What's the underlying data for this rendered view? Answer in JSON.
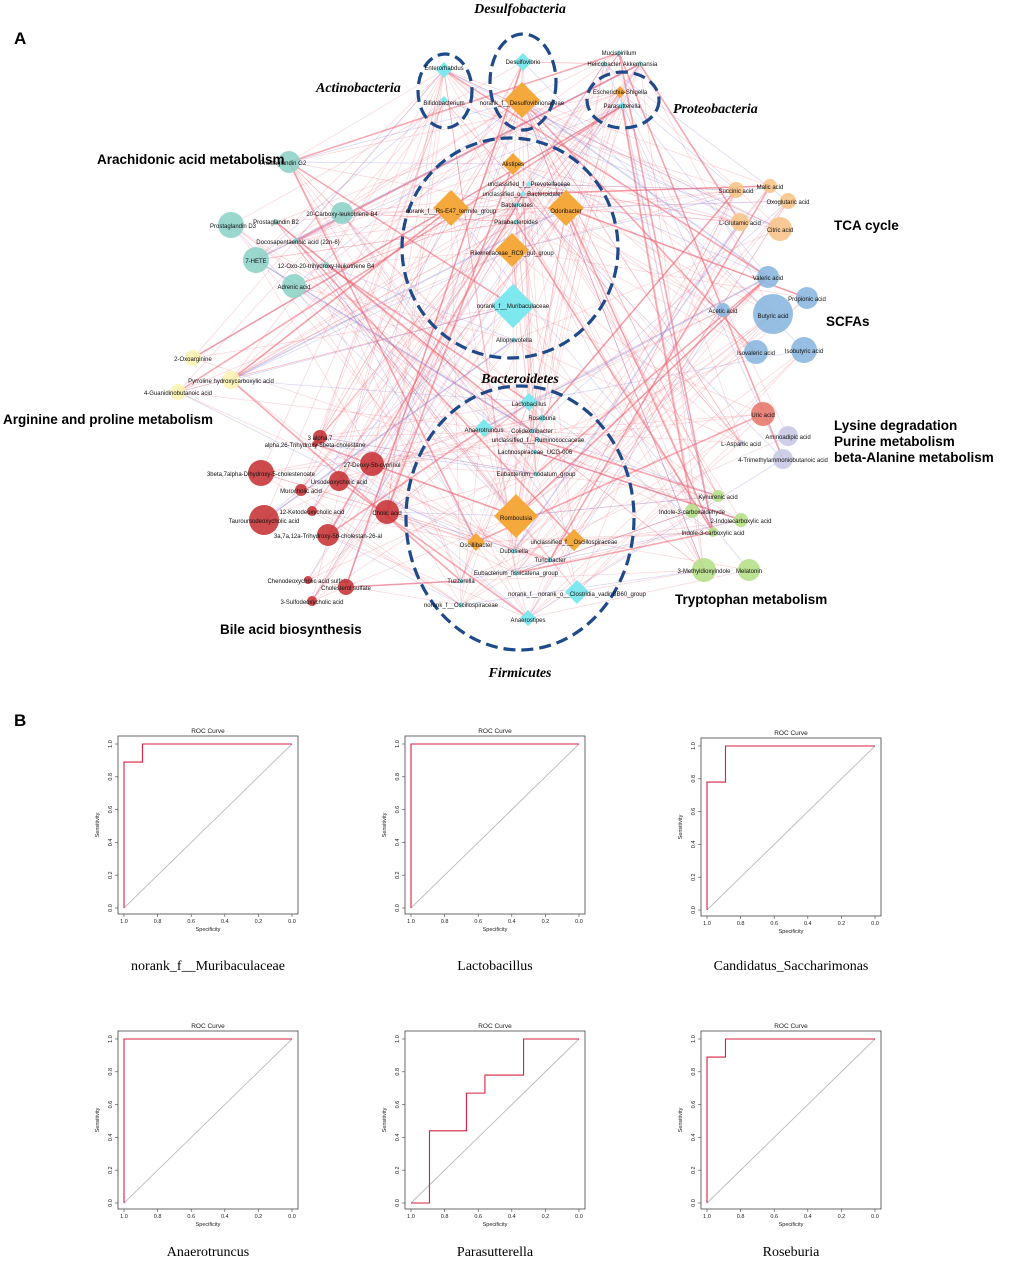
{
  "panelA": {
    "letter": "A",
    "phyla": [
      {
        "id": "desulfo",
        "name": "Desulfobacteria"
      },
      {
        "id": "actino",
        "name": "Actinobacteria"
      },
      {
        "id": "proteo",
        "name": "Proteobacteria"
      },
      {
        "id": "bactero",
        "name": "Bacteroidetes"
      },
      {
        "id": "firmi",
        "name": "Firmicutes"
      }
    ],
    "pathways": [
      {
        "id": "arach",
        "lines": [
          "Arachidonic acid metabolism"
        ]
      },
      {
        "id": "tca",
        "lines": [
          "TCA cycle"
        ]
      },
      {
        "id": "scfa",
        "lines": [
          "SCFAs"
        ]
      },
      {
        "id": "argpro",
        "lines": [
          "Arginine and proline metabolism"
        ]
      },
      {
        "id": "lys",
        "lines": [
          "Lysine degradation",
          "Purine metabolism",
          "beta-Alanine metabolism"
        ]
      },
      {
        "id": "bile",
        "lines": [
          "Bile acid biosynthesis"
        ]
      },
      {
        "id": "trp",
        "lines": [
          "Tryptophan metabolism"
        ]
      }
    ],
    "colors": {
      "bacteria_cyan": "#7fe8ee",
      "bacteria_orange": "#f5a83c",
      "arachidonic": "#8fd3c8",
      "tca": "#f8c48a",
      "scfa": "#8bb8e0",
      "argpro": "#fbf4b4",
      "lysine": "#c9c9e6",
      "bile": "#c8363a",
      "tryptophan": "#b6e08a",
      "uric": "#e87a6e",
      "edge_pos": "#f06070",
      "edge_neg": "#8080e0",
      "ellipse": "#1e4a8a"
    },
    "bacteria_nodes": [
      {
        "id": "desulfovibrio",
        "label": "Desulfovibrio",
        "color": "cyan",
        "size": 9
      },
      {
        "id": "desulfovibrionaceae",
        "label": "norank_f__Desulfovibrionaceae",
        "color": "orange",
        "size": 18
      },
      {
        "id": "enterorhabdus",
        "label": "Enterorhabdus",
        "color": "cyan",
        "size": 8
      },
      {
        "id": "bifidobacterium",
        "label": "Bifidobacterium",
        "color": "cyan",
        "size": 4
      },
      {
        "id": "mucispirillum",
        "label": "Mucispirillum",
        "color": "cyan",
        "size": 3
      },
      {
        "id": "helicobacter",
        "label": "Helicobacter",
        "color": "cyan",
        "size": 3
      },
      {
        "id": "akkermansia",
        "label": "Akkermansia",
        "color": "cyan",
        "size": 3
      },
      {
        "id": "escherichia",
        "label": "Escherichia-Shigella",
        "color": "orange",
        "size": 6
      },
      {
        "id": "parasutterella",
        "label": "Parasutterella",
        "color": "cyan",
        "size": 4
      },
      {
        "id": "alistipes",
        "label": "Alistipes",
        "color": "orange",
        "size": 11
      },
      {
        "id": "prevotellaceae",
        "label": "unclassified_f__Prevotellaceae",
        "color": "cyan",
        "size": 3
      },
      {
        "id": "bacteroidales",
        "label": "unclassified_o__Bacteroidales",
        "color": "cyan",
        "size": 3
      },
      {
        "id": "rse47",
        "label": "norank_f__Rs-E47_termite_group",
        "color": "orange",
        "size": 18
      },
      {
        "id": "bacteroides",
        "label": "Bacteroides",
        "color": "cyan",
        "size": 3
      },
      {
        "id": "parabacteroides",
        "label": "Parabacteroides",
        "color": "cyan",
        "size": 3
      },
      {
        "id": "odoribacter",
        "label": "Odoribacter",
        "color": "orange",
        "size": 18
      },
      {
        "id": "rikenellaceae",
        "label": "Rikenellaceae_RC9_gut_group",
        "color": "orange",
        "size": 17
      },
      {
        "id": "muribaculaceae",
        "label": "norank_f__Muribaculaceae",
        "color": "cyan",
        "size": 22
      },
      {
        "id": "alloprevotella",
        "label": "Alloprevotella",
        "color": "cyan",
        "size": 3
      },
      {
        "id": "lactobacillus",
        "label": "Lactobacillus",
        "color": "cyan",
        "size": 9
      },
      {
        "id": "roseburia",
        "label": "Roseburia",
        "color": "cyan",
        "size": 4
      },
      {
        "id": "anaerotruncus",
        "label": "Anaerotruncus",
        "color": "cyan",
        "size": 9
      },
      {
        "id": "colidextribacter",
        "label": "Colidextribacter",
        "color": "cyan",
        "size": 3
      },
      {
        "id": "ruminococcaceae",
        "label": "unclassified_f__Ruminococcaceae",
        "color": "cyan",
        "size": 3
      },
      {
        "id": "lachno",
        "label": "Lachnospiraceae_UCG-006",
        "color": "cyan",
        "size": 3
      },
      {
        "id": "eubnodatum",
        "label": "Eubacterium_nodatum_group",
        "color": "cyan",
        "size": 3
      },
      {
        "id": "romboutsia",
        "label": "Romboutsia",
        "color": "orange",
        "size": 22
      },
      {
        "id": "oscillibacter",
        "label": "Oscillibacter",
        "color": "orange",
        "size": 9
      },
      {
        "id": "unclosc",
        "label": "unclassified_f__Oscillospiraceae",
        "color": "orange",
        "size": 11
      },
      {
        "id": "dubosiella",
        "label": "Dubosiella",
        "color": "cyan",
        "size": 3
      },
      {
        "id": "turicibacter",
        "label": "Turicibacter",
        "color": "cyan",
        "size": 3
      },
      {
        "id": "eubfiss",
        "label": "Eubacterium_fissicatena_group",
        "color": "cyan",
        "size": 3
      },
      {
        "id": "tuzzerella",
        "label": "Tuzzerella",
        "color": "cyan",
        "size": 3
      },
      {
        "id": "clostridia",
        "label": "norank_f__norank_o__Clostridia_vadinBB60_group",
        "color": "cyan",
        "size": 12
      },
      {
        "id": "noranosc",
        "label": "norank_f__Oscillospiraceae",
        "color": "cyan",
        "size": 3
      },
      {
        "id": "anaerostipes",
        "label": "Anaerostipes",
        "color": "cyan",
        "size": 8
      }
    ],
    "metabolite_nodes": [
      {
        "id": "pgg2",
        "label": "Prostaglandin G2",
        "group": "arachidonic",
        "size": 11
      },
      {
        "id": "carboxy",
        "label": "20-Carboxy-leukotriene B4",
        "group": "arachidonic",
        "size": 11
      },
      {
        "id": "pgb2",
        "label": "Prostaglandin B2",
        "group": "arachidonic",
        "size": 3
      },
      {
        "id": "pgd3",
        "label": "Prostaglandin D3",
        "group": "arachidonic",
        "size": 13
      },
      {
        "id": "docosa",
        "label": "Docosapentaenoic acid (22n-6)",
        "group": "arachidonic",
        "size": 3
      },
      {
        "id": "hete",
        "label": "7-HETE",
        "group": "arachidonic",
        "size": 13
      },
      {
        "id": "oxo",
        "label": "12-Oxo-20-trihydroxy-leukotriene B4",
        "group": "arachidonic",
        "size": 3
      },
      {
        "id": "adrenic",
        "label": "Adrenic acid",
        "group": "arachidonic",
        "size": 12
      },
      {
        "id": "succinic",
        "label": "Succinic acid",
        "group": "tca",
        "size": 8
      },
      {
        "id": "malic",
        "label": "Malic acid",
        "group": "tca",
        "size": 7
      },
      {
        "id": "oxoglutaric",
        "label": "Oxoglutaric acid",
        "group": "tca",
        "size": 8
      },
      {
        "id": "glutamic",
        "label": "L-Glutamic acid",
        "group": "tca",
        "size": 9
      },
      {
        "id": "citric",
        "label": "Citric acid",
        "group": "tca",
        "size": 12
      },
      {
        "id": "valeric",
        "label": "Valeric acid",
        "group": "scfa",
        "size": 11
      },
      {
        "id": "propionic",
        "label": "Propionic acid",
        "group": "scfa",
        "size": 11
      },
      {
        "id": "acetic",
        "label": "Acetic acid",
        "group": "scfa",
        "size": 7
      },
      {
        "id": "butyric",
        "label": "Butyric acid",
        "group": "scfa",
        "size": 20
      },
      {
        "id": "isovaleric",
        "label": "Isovaleric acid",
        "group": "scfa",
        "size": 12
      },
      {
        "id": "isobutyric",
        "label": "Isobutyric acid",
        "group": "scfa",
        "size": 13
      },
      {
        "id": "oxoarginine",
        "label": "2-Oxoarginine",
        "group": "argpro",
        "size": 8
      },
      {
        "id": "pyrroline",
        "label": "Pyrroline hydroxycarboxylic acid",
        "group": "argpro",
        "size": 9
      },
      {
        "id": "guanidino",
        "label": "4-Guanidinobutanoic acid",
        "group": "argpro",
        "size": 8
      },
      {
        "id": "uric",
        "label": "Uric acid",
        "group": "uric",
        "size": 12
      },
      {
        "id": "aminoadipic",
        "label": "Aminoadipic acid",
        "group": "lysine",
        "size": 10
      },
      {
        "id": "aspartic",
        "label": "L-Aspartic acid",
        "group": "lysine",
        "size": 3
      },
      {
        "id": "trimethyl",
        "label": "4-Trimethylammoniobutanoic acid",
        "group": "lysine",
        "size": 10
      },
      {
        "id": "alpha7",
        "label": "3 alpha,7",
        "group": "bile",
        "size": 7
      },
      {
        "id": "trihydroxy",
        "label": "alpha,26-Trihydroxy-5beta-cholestane",
        "group": "bile",
        "size": 3
      },
      {
        "id": "dihydroxy",
        "label": "3beta,7alpha-Dihydroxy-5-cholestenoate",
        "group": "bile",
        "size": 13
      },
      {
        "id": "deoxy",
        "label": "27-Deoxy-5b-cyprinol",
        "group": "bile",
        "size": 12
      },
      {
        "id": "urso",
        "label": "Ursodeoxycholic acid",
        "group": "bile",
        "size": 10
      },
      {
        "id": "murocholic",
        "label": "Murocholic acid",
        "group": "bile",
        "size": 6
      },
      {
        "id": "cholic",
        "label": "Cholic acid",
        "group": "bile",
        "size": 12
      },
      {
        "id": "ketodeoxy",
        "label": "12-Ketodeoxycholic acid",
        "group": "bile",
        "size": 5
      },
      {
        "id": "tauro",
        "label": "Tauroursodeoxycholic acid",
        "group": "bile",
        "size": 15
      },
      {
        "id": "trihydroxycholestan",
        "label": "3a,7a,12a-Trihydroxy-5b-cholestan-26-al",
        "group": "bile",
        "size": 11
      },
      {
        "id": "chenosulf",
        "label": "Chenodeoxycholic acid sulfate",
        "group": "bile",
        "size": 4
      },
      {
        "id": "cholsulf",
        "label": "Cholesterol sulfate",
        "group": "bile",
        "size": 8
      },
      {
        "id": "sulfodeoxy",
        "label": "3-Sulfodeoxycholic acid",
        "group": "bile",
        "size": 5
      },
      {
        "id": "kynurenic",
        "label": "Kynurenic acid",
        "group": "tryptophan",
        "size": 6
      },
      {
        "id": "carbaldehyde",
        "label": "Indole-3-carboxaldehyde",
        "group": "tryptophan",
        "size": 7
      },
      {
        "id": "indolecarbox2",
        "label": "2-Indolecarboxylic acid",
        "group": "tryptophan",
        "size": 7
      },
      {
        "id": "indolecarbox3",
        "label": "Indole-3-carboxylic acid",
        "group": "tryptophan",
        "size": 5
      },
      {
        "id": "methylindole",
        "label": "3-Methyldioxyindole",
        "group": "tryptophan",
        "size": 12
      },
      {
        "id": "melatonin",
        "label": "Melatonin",
        "group": "tryptophan",
        "size": 11
      }
    ]
  },
  "panelB": {
    "letter": "B",
    "plots": [
      {
        "title": "ROC Curve",
        "caption": "norank_f__Muribaculaceae",
        "xlabel": "Specificity",
        "ylabel": "Sensitivity"
      },
      {
        "title": "ROC Curve",
        "caption": "Lactobacillus",
        "xlabel": "Specificity",
        "ylabel": "Sensitivity"
      },
      {
        "title": "ROC Curve",
        "caption": "Candidatus_Saccharimonas",
        "xlabel": "Specificity",
        "ylabel": "Sensitivity"
      },
      {
        "title": "ROC Curve",
        "caption": "Anaerotruncus",
        "xlabel": "Specificity",
        "ylabel": "Sensitivity"
      },
      {
        "title": "ROC Curve",
        "caption": "Parasutterella",
        "xlabel": "Specificity",
        "ylabel": "Sensitivity"
      },
      {
        "title": "ROC Curve",
        "caption": "Roseburia",
        "xlabel": "Specificity",
        "ylabel": "Sensitivity"
      }
    ],
    "xticks": [
      "1.0",
      "0.8",
      "0.6",
      "0.4",
      "0.2",
      "0.0"
    ],
    "yticks": [
      "0.0",
      "0.2",
      "0.4",
      "0.6",
      "0.8",
      "1.0"
    ]
  },
  "chart_data": [
    {
      "type": "line",
      "title": "ROC Curve",
      "xlabel": "Specificity",
      "ylabel": "Sensitivity",
      "xlim": [
        1,
        0
      ],
      "ylim": [
        0,
        1
      ],
      "caption": "norank_f__Muribaculaceae",
      "series": [
        {
          "x": [
            1.0,
            1.0,
            0.89,
            0.89,
            0.0
          ],
          "y": [
            0.0,
            0.89,
            0.89,
            1.0,
            1.0
          ]
        }
      ]
    },
    {
      "type": "line",
      "title": "ROC Curve",
      "xlabel": "Specificity",
      "ylabel": "Sensitivity",
      "xlim": [
        1,
        0
      ],
      "ylim": [
        0,
        1
      ],
      "caption": "Lactobacillus",
      "series": [
        {
          "x": [
            1.0,
            1.0,
            0.0
          ],
          "y": [
            0.0,
            1.0,
            1.0
          ]
        }
      ]
    },
    {
      "type": "line",
      "title": "ROC Curve",
      "xlabel": "Specificity",
      "ylabel": "Sensitivity",
      "xlim": [
        1,
        0
      ],
      "ylim": [
        0,
        1
      ],
      "caption": "Candidatus_Saccharimonas",
      "series": [
        {
          "x": [
            1.0,
            1.0,
            0.89,
            0.89,
            0.0
          ],
          "y": [
            0.0,
            0.78,
            0.78,
            1.0,
            1.0
          ]
        }
      ]
    },
    {
      "type": "line",
      "title": "ROC Curve",
      "xlabel": "Specificity",
      "ylabel": "Sensitivity",
      "xlim": [
        1,
        0
      ],
      "ylim": [
        0,
        1
      ],
      "caption": "Anaerotruncus",
      "series": [
        {
          "x": [
            1.0,
            1.0,
            0.0
          ],
          "y": [
            0.0,
            1.0,
            1.0
          ]
        }
      ]
    },
    {
      "type": "line",
      "title": "ROC Curve",
      "xlabel": "Specificity",
      "ylabel": "Sensitivity",
      "xlim": [
        1,
        0
      ],
      "ylim": [
        0,
        1
      ],
      "caption": "Parasutterella",
      "series": [
        {
          "x": [
            1.0,
            0.89,
            0.89,
            0.67,
            0.67,
            0.56,
            0.56,
            0.33,
            0.33,
            0.0
          ],
          "y": [
            0.0,
            0.0,
            0.44,
            0.44,
            0.67,
            0.67,
            0.78,
            0.78,
            1.0,
            1.0
          ]
        }
      ]
    },
    {
      "type": "line",
      "title": "ROC Curve",
      "xlabel": "Specificity",
      "ylabel": "Sensitivity",
      "xlim": [
        1,
        0
      ],
      "ylim": [
        0,
        1
      ],
      "caption": "Roseburia",
      "series": [
        {
          "x": [
            1.0,
            1.0,
            0.89,
            0.89,
            0.0
          ],
          "y": [
            0.0,
            0.89,
            0.89,
            1.0,
            1.0
          ]
        }
      ]
    }
  ]
}
